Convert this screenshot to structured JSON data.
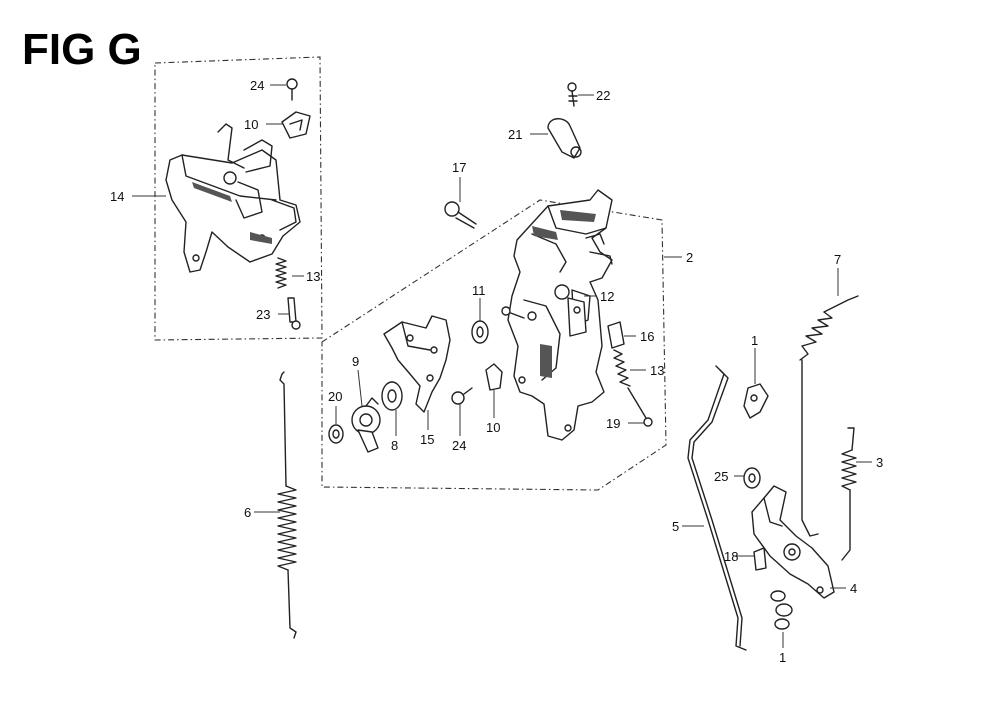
{
  "figure": {
    "title": "FIG G"
  },
  "callouts": [
    {
      "id": "c24a",
      "text": "24"
    },
    {
      "id": "c10a",
      "text": "10"
    },
    {
      "id": "c14",
      "text": "14"
    },
    {
      "id": "c13a",
      "text": "13"
    },
    {
      "id": "c23",
      "text": "23"
    },
    {
      "id": "c22",
      "text": "22"
    },
    {
      "id": "c21",
      "text": "21"
    },
    {
      "id": "c17",
      "text": "17"
    },
    {
      "id": "c2",
      "text": "2"
    },
    {
      "id": "c12",
      "text": "12"
    },
    {
      "id": "c11",
      "text": "11"
    },
    {
      "id": "c16",
      "text": "16"
    },
    {
      "id": "c13b",
      "text": "13"
    },
    {
      "id": "c9",
      "text": "9"
    },
    {
      "id": "c20",
      "text": "20"
    },
    {
      "id": "c8",
      "text": "8"
    },
    {
      "id": "c15",
      "text": "15"
    },
    {
      "id": "c24b",
      "text": "24"
    },
    {
      "id": "c10b",
      "text": "10"
    },
    {
      "id": "c19",
      "text": "19"
    },
    {
      "id": "c7",
      "text": "7"
    },
    {
      "id": "c1a",
      "text": "1"
    },
    {
      "id": "c3",
      "text": "3"
    },
    {
      "id": "c25",
      "text": "25"
    },
    {
      "id": "c5",
      "text": "5"
    },
    {
      "id": "c18",
      "text": "18"
    },
    {
      "id": "c4",
      "text": "4"
    },
    {
      "id": "c1b",
      "text": "1"
    },
    {
      "id": "c6",
      "text": "6"
    }
  ]
}
